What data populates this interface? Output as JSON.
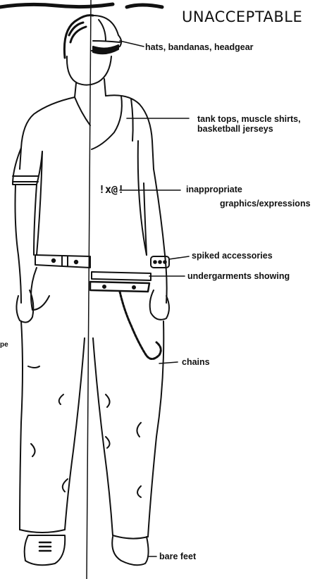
{
  "heading": "UNACCEPTABLE",
  "labels": {
    "headgear": "hats, bandanas, headgear",
    "tank_tops_line1": "tank tops, muscle shirts,",
    "tank_tops_line2": "basketball jerseys",
    "graphics_line1": "inappropriate",
    "graphics_line2": "graphics/expressions",
    "spiked": "spiked accessories",
    "undergarments": "undergarments showing",
    "chains": "chains",
    "bare_feet": "bare feet"
  },
  "shirt_graphic_text": "!x@!",
  "cut_fragment": "pe",
  "colors": {
    "ink": "#111111",
    "paper": "#ffffff"
  }
}
